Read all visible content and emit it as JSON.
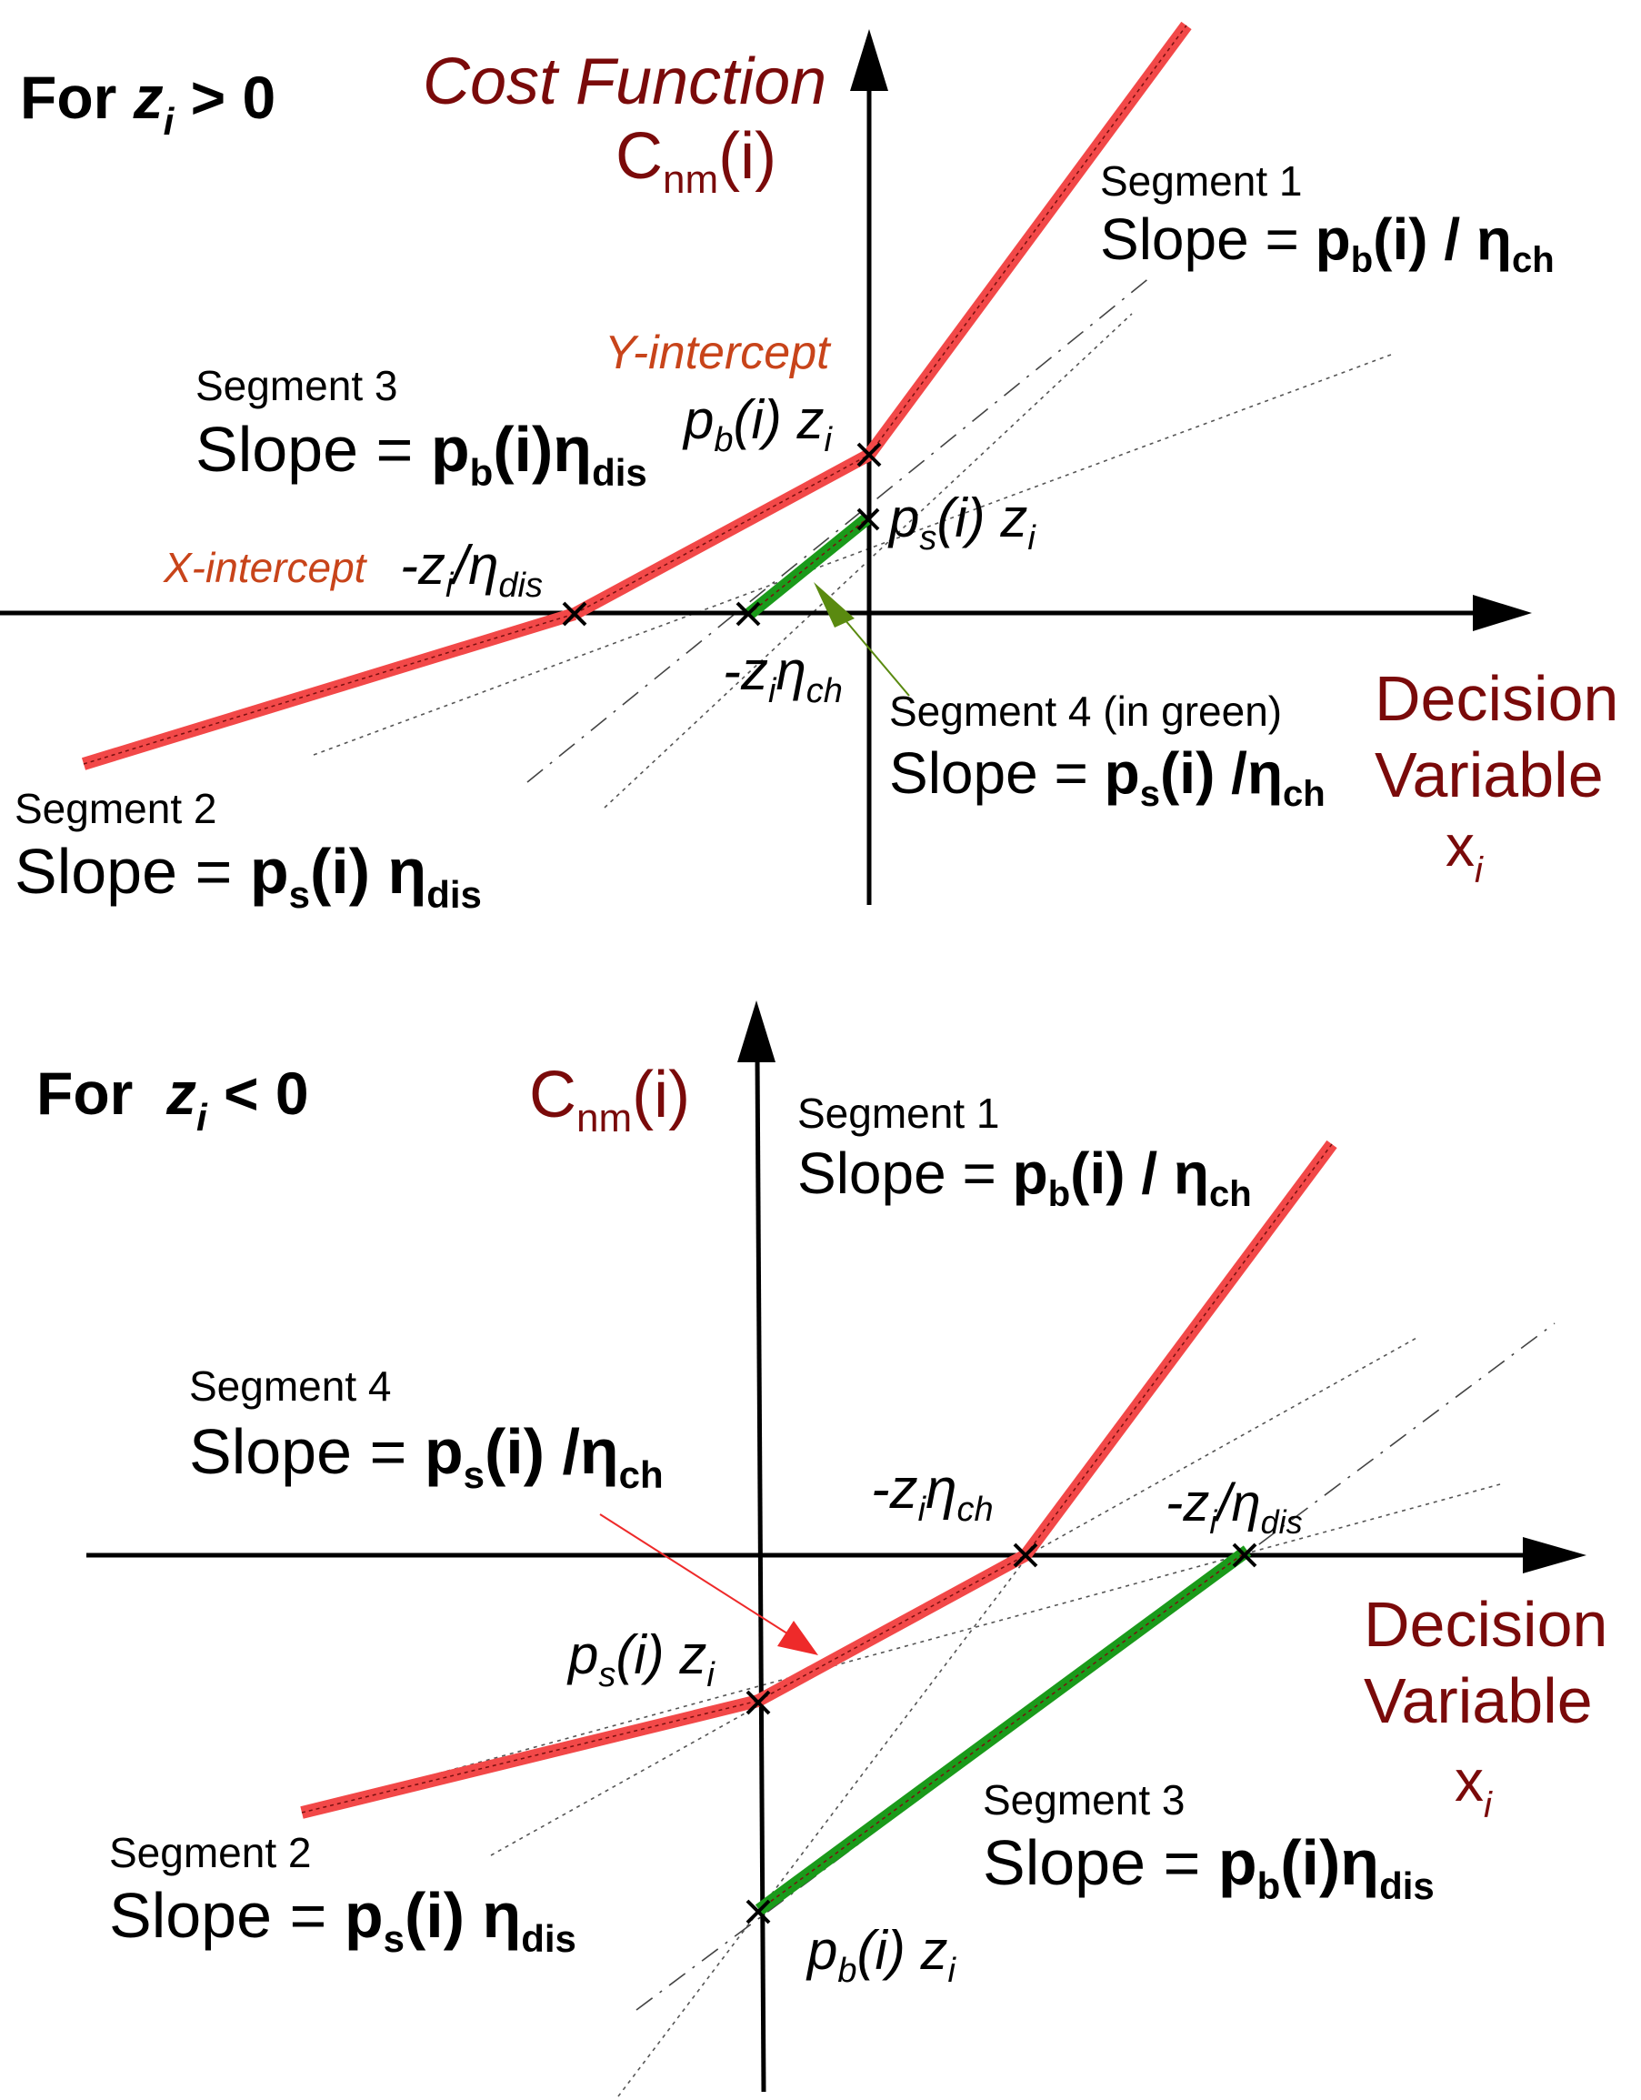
{
  "panel1": {
    "heading": {
      "pre": "For ",
      "var": "z",
      "sub": "i",
      "post": " > 0"
    },
    "y_title_line1": "Cost Function",
    "y_title_line2": {
      "base": "C",
      "sub": "nm",
      "post": "(i)"
    },
    "x_title": {
      "line1": "Decision",
      "line2": "Variable",
      "var": "x",
      "sub": "i"
    },
    "y_intercept_label": "Y-intercept",
    "x_intercept_label": "X-intercept",
    "seg1": {
      "title": "Segment 1",
      "pre": "Slope = ",
      "bold": "p",
      "bsub": "b",
      "bmid": "(i) / η",
      "bsub2": "ch"
    },
    "seg3": {
      "title": "Segment 3",
      "pre": "Slope = ",
      "bold": "p",
      "bsub": "b",
      "bmid": "(i)η",
      "bsub2": "dis"
    },
    "seg2": {
      "title": "Segment 2",
      "pre": "Slope = ",
      "bold": "p",
      "bsub": "s",
      "bmid": "(i) η",
      "bsub2": "dis"
    },
    "seg4": {
      "title": "Segment 4 (in green)",
      "pre": "Slope = ",
      "bold": "p",
      "bsub": "s",
      "bmid": "(i) /η",
      "bsub2": "ch"
    },
    "pt_pb": {
      "a": "p",
      "asub": "b",
      "b": "(i) z",
      "bsub": "i"
    },
    "pt_ps": {
      "a": "p",
      "asub": "s",
      "b": "(i) z",
      "bsub": "i"
    },
    "pt_xdis": {
      "a": "-z",
      "asub": "i",
      "b": "/η",
      "bsub": "dis"
    },
    "pt_xch": {
      "a": "-z",
      "asub": "i",
      "b": "η",
      "bsub": "ch"
    }
  },
  "panel2": {
    "heading": {
      "pre": "For  ",
      "var": "z",
      "sub": "i",
      "post": " < 0"
    },
    "y_title": {
      "base": "C",
      "sub": "nm",
      "post": "(i)"
    },
    "x_title": {
      "line1": "Decision",
      "line2": "Variable",
      "var": "x",
      "sub": "i"
    },
    "seg1": {
      "title": "Segment 1",
      "pre": "Slope = ",
      "bold": "p",
      "bsub": "b",
      "bmid": "(i) / η",
      "bsub2": "ch"
    },
    "seg4": {
      "title": "Segment 4",
      "pre": "Slope = ",
      "bold": "p",
      "bsub": "s",
      "bmid": "(i) /η",
      "bsub2": "ch"
    },
    "seg2": {
      "title": "Segment 2",
      "pre": "Slope = ",
      "bold": "p",
      "bsub": "s",
      "bmid": "(i) η",
      "bsub2": "dis"
    },
    "seg3": {
      "title": "Segment 3",
      "pre": "Slope = ",
      "bold": "p",
      "bsub": "b",
      "bmid": "(i)η",
      "bsub2": "dis"
    },
    "pt_ps": {
      "a": "p",
      "asub": "s",
      "b": "(i) z",
      "bsub": "i"
    },
    "pt_pb": {
      "a": "p",
      "asub": "b",
      "b": "(i) z",
      "bsub": "i"
    },
    "pt_xch": {
      "a": "-z",
      "asub": "i",
      "b": "η",
      "bsub": "ch"
    },
    "pt_xdis": {
      "a": "-z",
      "asub": "i",
      "b": "/η",
      "bsub": "dis"
    }
  },
  "colors": {
    "red_segment": "#f24848",
    "green_segment": "#1a9a1a",
    "axis_title": "#7a0a0a",
    "intercept_label": "#c8441a"
  }
}
